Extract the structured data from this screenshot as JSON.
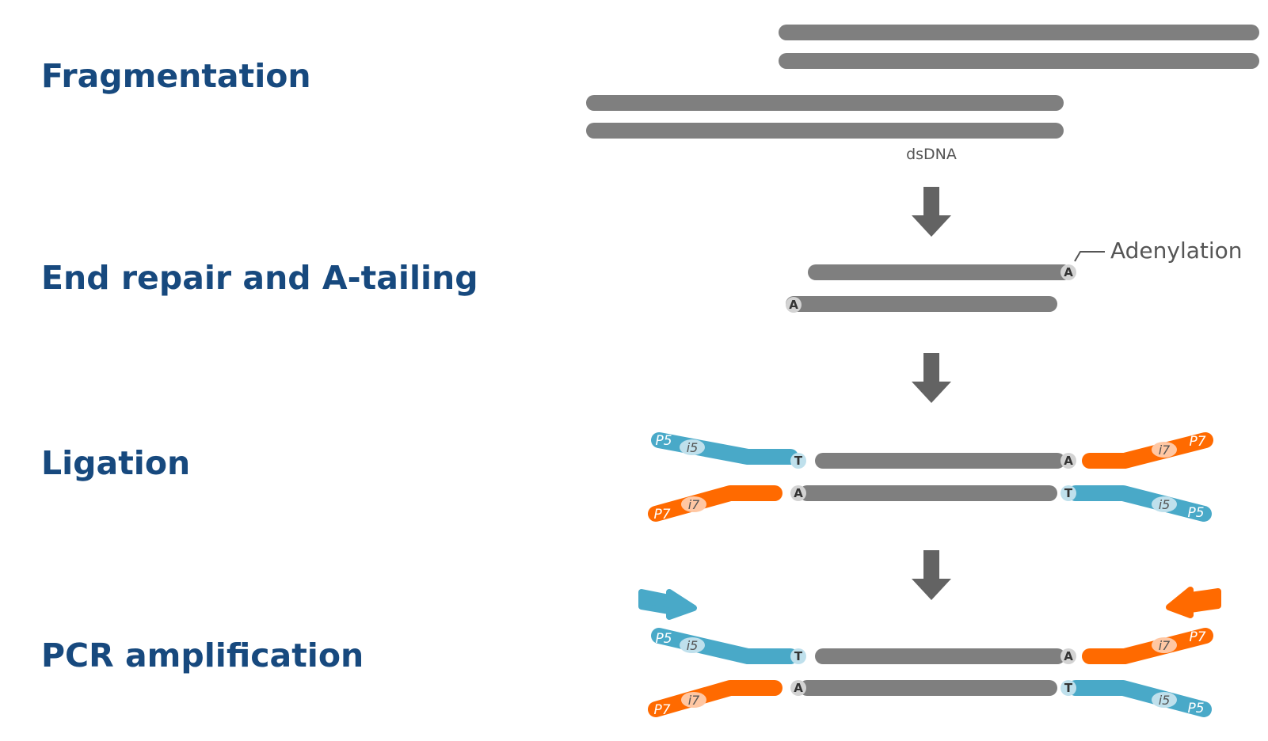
{
  "steps": [
    {
      "title": "Fragmentation"
    },
    {
      "title": "End repair and A-tailing"
    },
    {
      "title": "Ligation"
    },
    {
      "title": "PCR amplification"
    }
  ],
  "labels": {
    "dsdna": "dsDNA",
    "adenylation": "Adenylation",
    "a": "A",
    "t": "T",
    "p5": "P5",
    "p7": "P7",
    "i5": "i5",
    "i7": "i7"
  },
  "colors": {
    "title": "#17497e",
    "strand": "#7f7f7f",
    "arrow": "#636363",
    "p5_adapter": "#49a9c8",
    "i5_bubble": "#bfe0ec",
    "p7_adapter": "#ff6a00",
    "i7_bubble": "#ffc7a3",
    "base_bubble": "#d3d3d3"
  }
}
